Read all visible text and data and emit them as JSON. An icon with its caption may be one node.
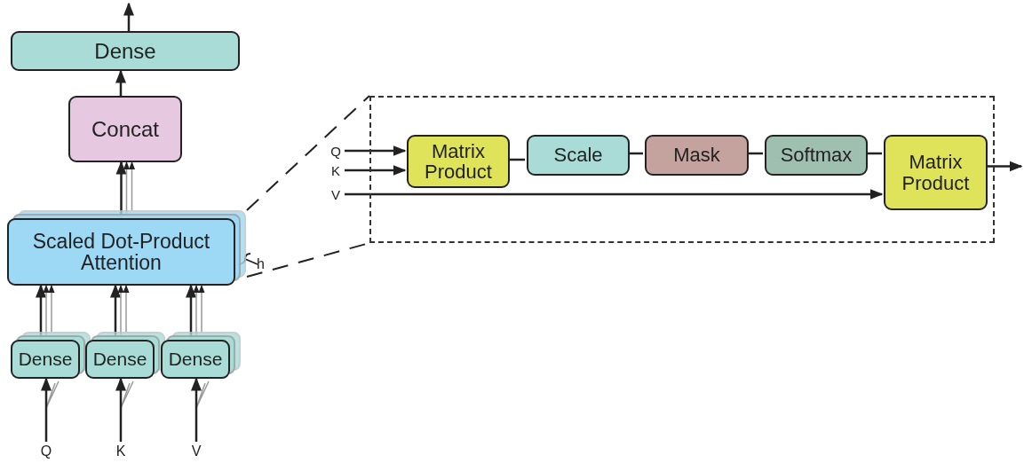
{
  "diagram": {
    "nodes": [
      {
        "text": [
          "Dense"
        ]
      },
      {
        "text": [
          "Concat"
        ]
      },
      {
        "text": [
          "Scaled Dot-Product Attention"
        ],
        "beside": [
          "h"
        ]
      },
      {
        "text": [
          "Dense"
        ]
      },
      {
        "text": [
          "Dense"
        ]
      },
      {
        "text": [
          "Dense"
        ]
      },
      {
        "text": [
          "Q"
        ]
      },
      {
        "text": [
          "K"
        ]
      },
      {
        "text": [
          "V"
        ]
      },
      {
        "text": [],
        "shape": "box"
      },
      {
        "text": [
          "Q"
        ]
      },
      {
        "text": [
          "K"
        ]
      },
      {
        "text": [
          "V"
        ]
      },
      {
        "text": [
          "Matrix Product"
        ],
        "in": 9
      },
      {
        "text": [
          "Scale"
        ],
        "in": 9
      },
      {
        "text": [
          "Mask"
        ],
        "in": 9
      },
      {
        "text": [
          "Softmax"
        ],
        "in": 9
      },
      {
        "text": [
          "Matrix Product"
        ],
        "in": 9
      }
    ],
    "edges": [
      {
        "from": 0,
        "to": null,
        "arrow": "to"
      },
      {
        "from": 1,
        "to": 0,
        "arrow": "to"
      },
      {
        "from": 2,
        "to": 1,
        "arrow": "to"
      },
      {
        "from": 3,
        "to": 2,
        "arrow": "to"
      },
      {
        "from": 4,
        "to": 2,
        "arrow": "to"
      },
      {
        "from": 5,
        "to": 2,
        "arrow": "to"
      },
      {
        "from": 6,
        "to": 3,
        "arrow": "to"
      },
      {
        "from": 7,
        "to": 4,
        "arrow": "to"
      },
      {
        "from": 8,
        "to": 5,
        "arrow": "to"
      },
      {
        "from": 2,
        "to": 9,
        "arrow": "none",
        "style": "dashed"
      },
      {
        "from": 2,
        "to": 9,
        "arrow": "none",
        "style": "dashed"
      },
      {
        "from": 10,
        "to": 13,
        "arrow": "to"
      },
      {
        "from": 11,
        "to": 13,
        "arrow": "to"
      },
      {
        "from": 12,
        "to": 17,
        "arrow": "to"
      },
      {
        "from": 13,
        "to": 14,
        "arrow": "none"
      },
      {
        "from": 14,
        "to": 15,
        "arrow": "none"
      },
      {
        "from": 15,
        "to": 16,
        "arrow": "none"
      },
      {
        "from": 16,
        "to": 17,
        "arrow": "none"
      },
      {
        "from": 17,
        "to": null,
        "arrow": "to"
      },
      {
        "from": 2,
        "to": 1,
        "arrow": "to",
        "color": "#999999"
      },
      {
        "from": 2,
        "to": 1,
        "arrow": "to",
        "color": "#999999"
      },
      {
        "from": 3,
        "to": 2,
        "arrow": "to",
        "color": "#999999"
      },
      {
        "from": 3,
        "to": 2,
        "arrow": "to",
        "color": "#999999"
      },
      {
        "from": 4,
        "to": 2,
        "arrow": "to",
        "color": "#999999"
      },
      {
        "from": 4,
        "to": 2,
        "arrow": "to",
        "color": "#999999"
      },
      {
        "from": 5,
        "to": 2,
        "arrow": "to",
        "color": "#999999"
      },
      {
        "from": 5,
        "to": 2,
        "arrow": "to",
        "color": "#999999"
      }
    ]
  }
}
